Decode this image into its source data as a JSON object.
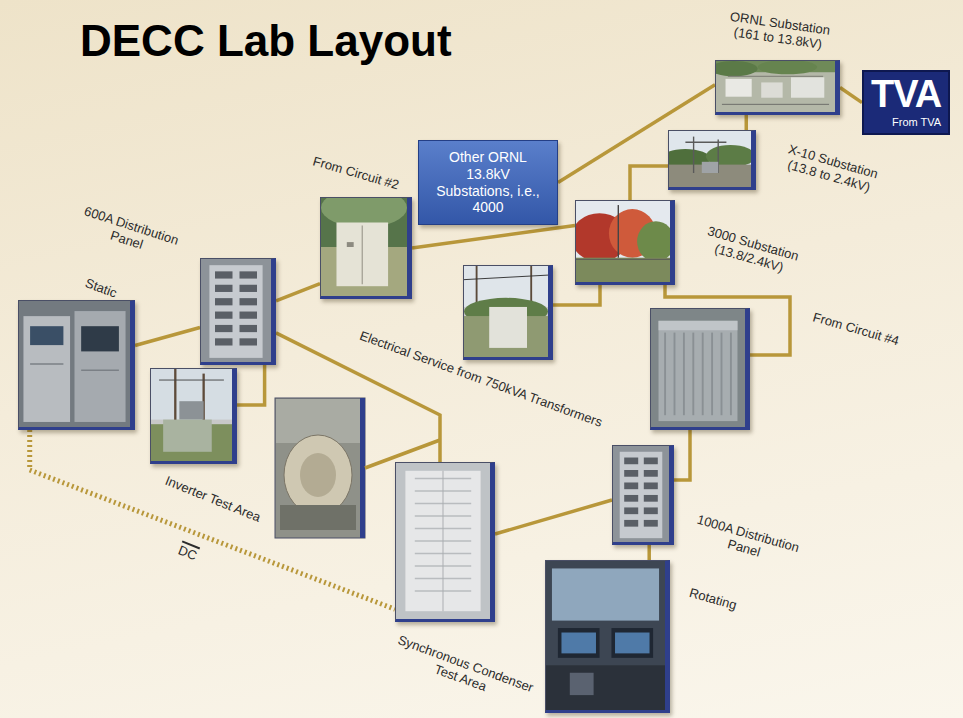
{
  "diagram": {
    "title": "DECC Lab Layout",
    "nodes": [
      {
        "text": [
          "ORNL Substation (161 to 13.8kV)"
        ]
      },
      {
        "text": [
          "TVA",
          "From TVA"
        ]
      },
      {
        "text": [
          "X-10 Substation (13.8 to 2.4kV)"
        ]
      },
      {
        "text": [
          "Other ORNL 13.8kV Substations, i.e., 4000"
        ]
      },
      {
        "text": [
          "3000 Substation (13.8/2.4kV)"
        ]
      },
      {
        "text": [
          "From Circuit #2"
        ]
      },
      {
        "text": [
          "Electrical Service from 750kVA Transformers"
        ]
      },
      {
        "text": [
          "From Circuit #4"
        ]
      },
      {
        "text": [
          "600A Distribution Panel"
        ]
      },
      {
        "text": [
          "Static"
        ]
      },
      {
        "text": [
          "Inverter Test Area"
        ]
      },
      {
        "text": [
          "1000A Distribution Panel"
        ]
      },
      {
        "text": [
          "Synchronous Condenser Test Area"
        ]
      },
      {
        "text": [
          "Rotating"
        ]
      }
    ],
    "edges": [
      {
        "from": 1,
        "to": 0,
        "arrow": "none"
      },
      {
        "from": 0,
        "to": 2,
        "arrow": "none"
      },
      {
        "from": 0,
        "to": 3,
        "arrow": "none"
      },
      {
        "from": 2,
        "to": 4,
        "arrow": "none"
      },
      {
        "from": 4,
        "to": 5,
        "arrow": "none"
      },
      {
        "from": 4,
        "to": 6,
        "arrow": "none"
      },
      {
        "from": 4,
        "to": 7,
        "arrow": "none"
      },
      {
        "from": 5,
        "to": 8,
        "arrow": "none"
      },
      {
        "from": 8,
        "to": 9,
        "arrow": "none"
      },
      {
        "from": 8,
        "to": 10,
        "arrow": "none"
      },
      {
        "from": 8,
        "to": 12,
        "arrow": "none"
      },
      {
        "from": 7,
        "to": 11,
        "arrow": "none"
      },
      {
        "from": 11,
        "to": 12,
        "arrow": "none"
      },
      {
        "from": 11,
        "to": 13,
        "arrow": "none"
      },
      {
        "from": 9,
        "to": 12,
        "arrow": "none",
        "label": "DC"
      }
    ]
  }
}
